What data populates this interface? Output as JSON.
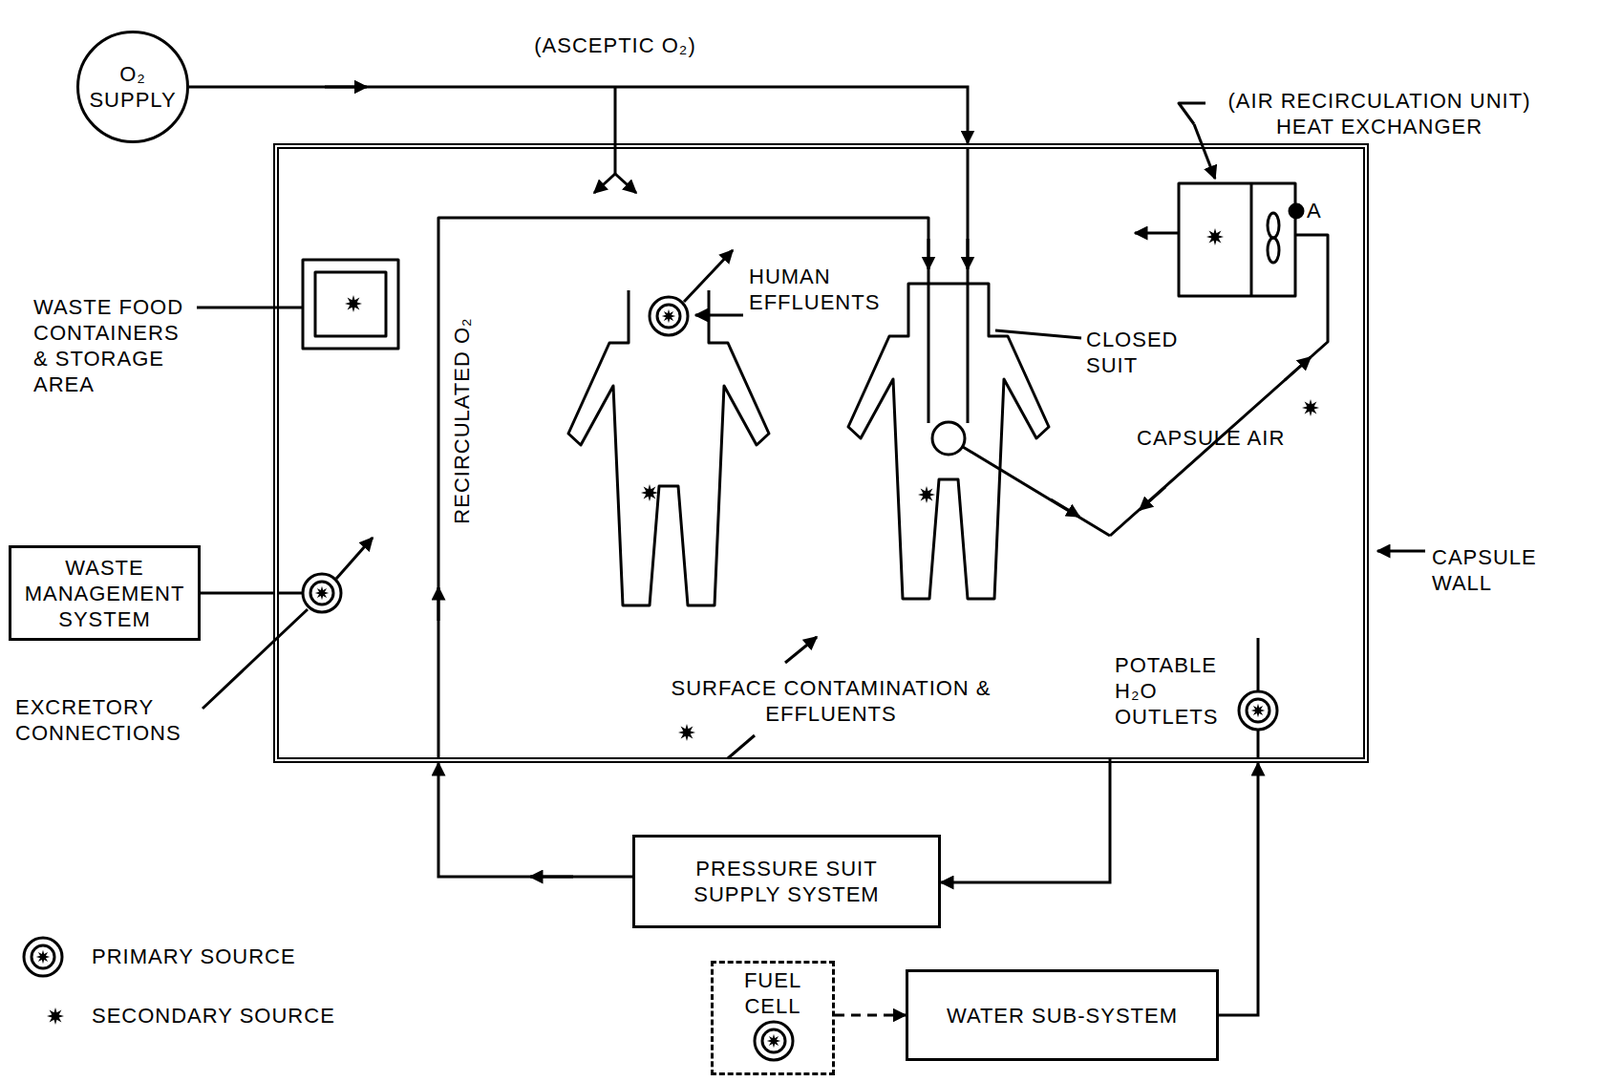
{
  "diagram": {
    "nodes": [
      {
        "text": [
          "O₂ SUPPLY"
        ]
      },
      {
        "text": [
          "CAPSULE WALL"
        ]
      },
      {
        "text": [
          "WASTE MANAGEMENT SYSTEM"
        ]
      },
      {
        "text": [
          "PRESSURE SUIT SUPPLY SYSTEM"
        ]
      },
      {
        "text": [
          "FUEL CELL"
        ]
      },
      {
        "text": [
          "WATER SUB-SYSTEM"
        ]
      }
    ],
    "edges": [
      {
        "from": 0,
        "to": 1,
        "label": "(ASCEPTIC O₂)",
        "arrow": "to"
      },
      {
        "from": 3,
        "to": 1,
        "arrow": "to"
      },
      {
        "from": 1,
        "to": 3,
        "arrow": "to"
      },
      {
        "from": 5,
        "to": 1,
        "arrow": "to"
      },
      {
        "from": 4,
        "to": 5,
        "arrow": "to"
      },
      {
        "from": 2,
        "to": 1,
        "arrow": "none"
      }
    ],
    "labels": [
      "(AIR RECIRCULATION UNIT) HEAT EXCHANGER",
      "A",
      "HUMAN EFFLUENTS",
      "CLOSED SUIT",
      "CAPSULE AIR",
      "RECIRCULATED O₂",
      "WASTE FOOD CONTAINERS & STORAGE AREA",
      "EXCRETORY CONNECTIONS",
      "SURFACE CONTAMINATION & EFFLUENTS",
      "POTABLE H₂O OUTLETS"
    ],
    "legend": [
      {
        "text": "PRIMARY SOURCE"
      },
      {
        "text": "SECONDARY SOURCE"
      }
    ]
  }
}
